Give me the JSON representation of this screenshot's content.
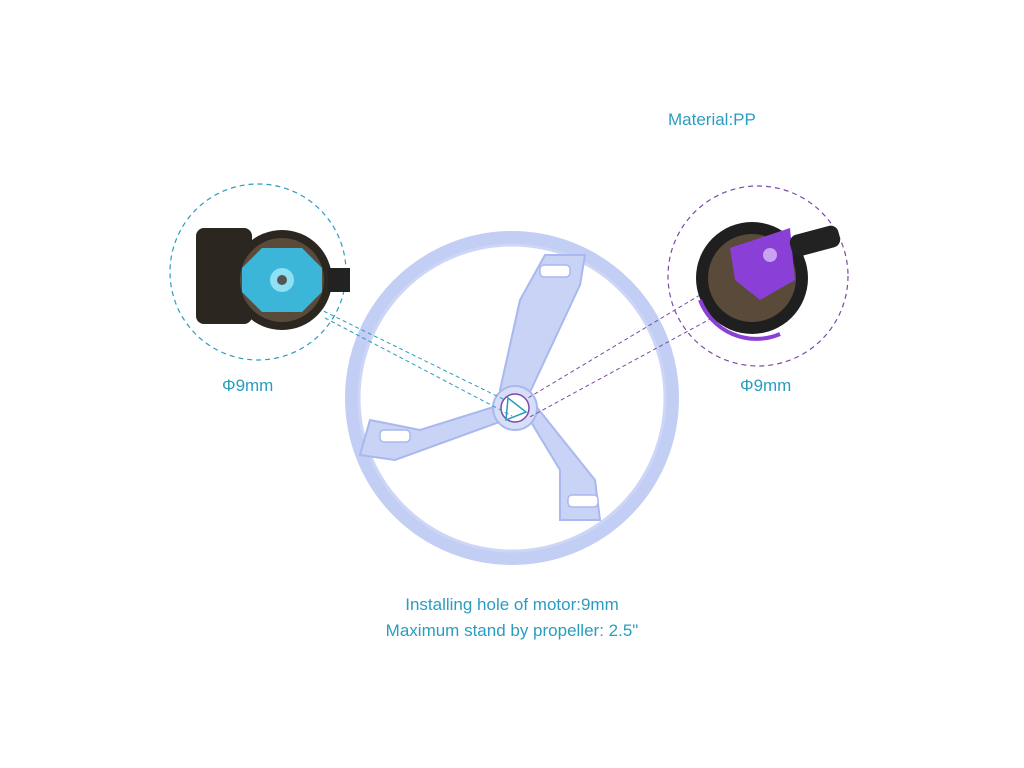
{
  "labels": {
    "material": "Material:PP",
    "left_hole": "Φ9mm",
    "right_hole": "Φ9mm"
  },
  "caption": {
    "line1": "Installing hole of motor:9mm",
    "line2": "Maximum stand by propeller: 2.5\""
  },
  "colors": {
    "text": "#2a9dbf",
    "guard": "#a9b8ee",
    "left_callout": "#2a9dbf",
    "right_callout": "#7b4aa6",
    "left_motor_accent": "#3bb6d8",
    "right_motor_accent": "#8a3fd6"
  }
}
